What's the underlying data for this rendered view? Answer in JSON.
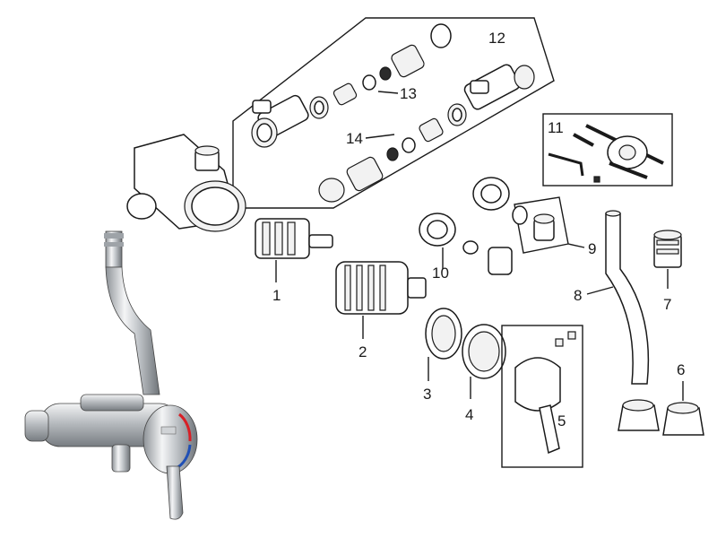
{
  "labels": {
    "p1": "1",
    "p2": "2",
    "p3": "3",
    "p4": "4",
    "p5": "5",
    "p6": "6",
    "p7": "7",
    "p8": "8",
    "p9": "9",
    "p10": "10",
    "p11": "11",
    "p12": "12",
    "p13": "13",
    "p14": "14"
  },
  "colors": {
    "hot": "#d81f26",
    "cold": "#1f4fb5",
    "chrome": "#b9bdc2"
  }
}
